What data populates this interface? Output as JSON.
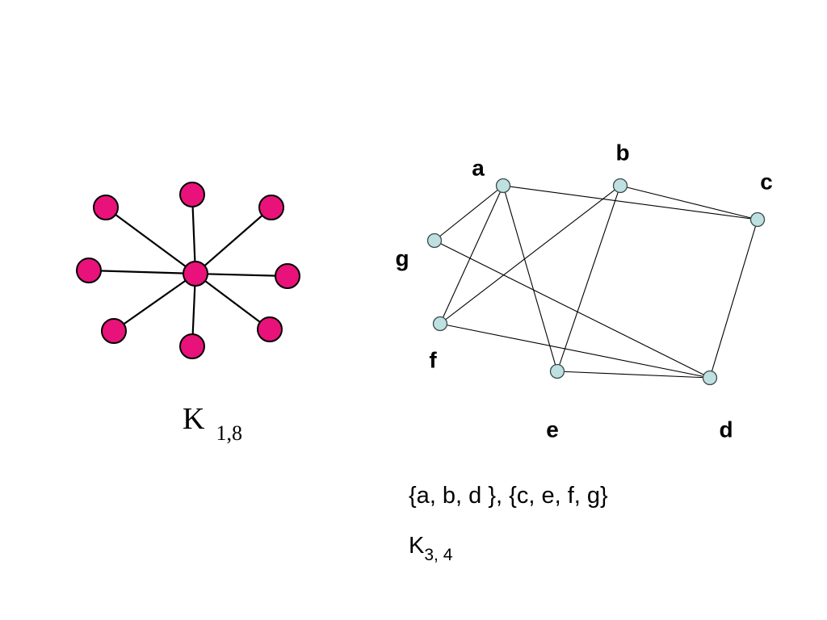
{
  "star_graph": {
    "center_label": "K",
    "subscript": "1,8",
    "node_color": "#e8127a",
    "leaf_count": 8
  },
  "bipartite_graph": {
    "vertices": [
      "a",
      "b",
      "c",
      "d",
      "e",
      "f",
      "g"
    ],
    "node_color": "#bfe0e0",
    "edges": [
      [
        "a",
        "c"
      ],
      [
        "a",
        "g"
      ],
      [
        "a",
        "f"
      ],
      [
        "a",
        "e"
      ],
      [
        "b",
        "c"
      ],
      [
        "b",
        "f"
      ],
      [
        "b",
        "e"
      ],
      [
        "c",
        "d"
      ],
      [
        "d",
        "g"
      ],
      [
        "d",
        "f"
      ],
      [
        "d",
        "e"
      ]
    ]
  },
  "partition_text": "{a, b, d }, {c, e, f, g}",
  "k34": {
    "main": "K",
    "subscript": "3, 4"
  }
}
